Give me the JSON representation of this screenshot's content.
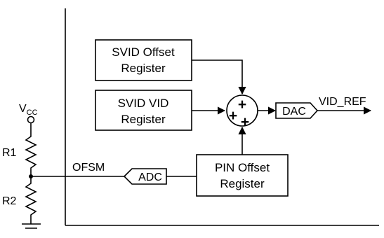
{
  "labels": {
    "vcc_main": "V",
    "vcc_sub": "CC",
    "r1": "R1",
    "r2": "R2",
    "ofsm": "OFSM",
    "vid_ref": "VID_REF"
  },
  "blocks": {
    "svid_offset": {
      "line1": "SVID Offset",
      "line2": "Register"
    },
    "svid_vid": {
      "line1": "SVID VID",
      "line2": "Register"
    },
    "pin_offset": {
      "line1": "PIN Offset",
      "line2": "Register"
    },
    "adc": {
      "label": "ADC"
    },
    "dac": {
      "label": "DAC"
    }
  },
  "summer": {
    "signs": [
      "+",
      "+",
      "+"
    ]
  }
}
